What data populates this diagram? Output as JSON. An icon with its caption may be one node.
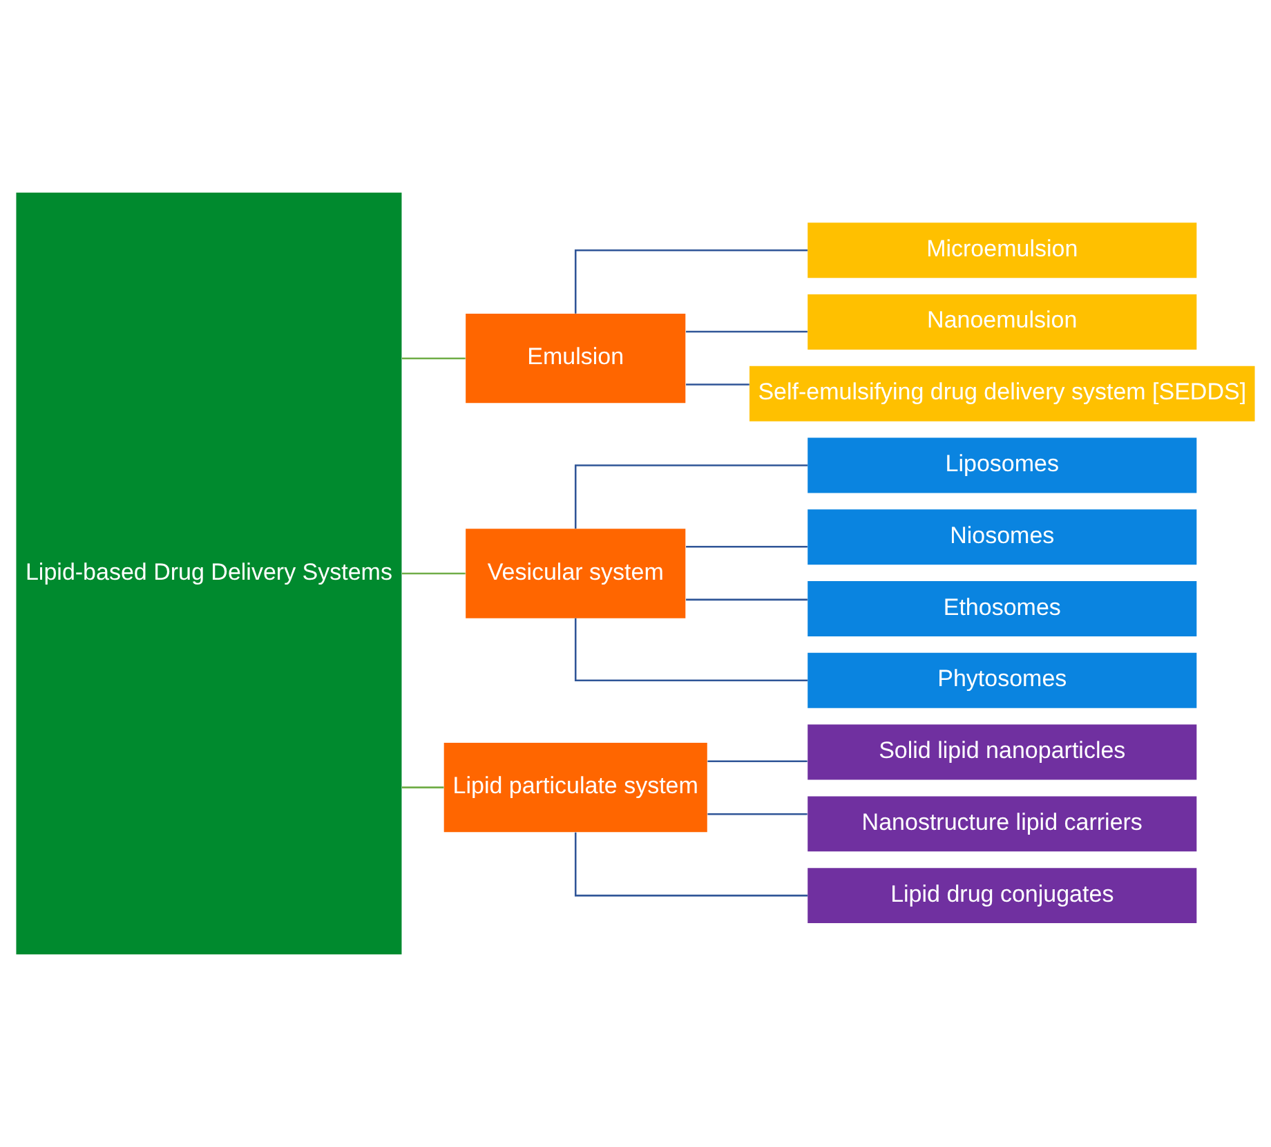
{
  "diagram": {
    "nodes": [
      {
        "text": [
          "Lipid-based Drug Delivery Systems"
        ]
      },
      {
        "text": [
          "Emulsion"
        ]
      },
      {
        "text": [
          "Microemulsion"
        ]
      },
      {
        "text": [
          "Nanoemulsion"
        ]
      },
      {
        "text": [
          "Self-emulsifying drug delivery system [SEDDS]"
        ]
      },
      {
        "text": [
          "Vesicular system"
        ]
      },
      {
        "text": [
          "Liposomes"
        ]
      },
      {
        "text": [
          "Niosomes"
        ]
      },
      {
        "text": [
          "Ethosomes"
        ]
      },
      {
        "text": [
          "Phytosomes"
        ]
      },
      {
        "text": [
          "Lipid particulate system"
        ]
      },
      {
        "text": [
          "Solid lipid nanoparticles"
        ]
      },
      {
        "text": [
          "Nanostructure lipid carriers"
        ]
      },
      {
        "text": [
          "Lipid drug conjugates"
        ]
      }
    ],
    "edges": [
      {
        "from": 0,
        "to": 1,
        "arrow": "none",
        "color": "#70ad47"
      },
      {
        "from": 0,
        "to": 5,
        "arrow": "none",
        "color": "#70ad47"
      },
      {
        "from": 0,
        "to": 10,
        "arrow": "none",
        "color": "#70ad47"
      },
      {
        "from": 1,
        "to": 2,
        "arrow": "none"
      },
      {
        "from": 1,
        "to": 3,
        "arrow": "none"
      },
      {
        "from": 1,
        "to": 4,
        "arrow": "none"
      },
      {
        "from": 5,
        "to": 6,
        "arrow": "none"
      },
      {
        "from": 5,
        "to": 7,
        "arrow": "none"
      },
      {
        "from": 5,
        "to": 8,
        "arrow": "none"
      },
      {
        "from": 5,
        "to": 9,
        "arrow": "none"
      },
      {
        "from": 10,
        "to": 11,
        "arrow": "none"
      },
      {
        "from": 10,
        "to": 12,
        "arrow": "none"
      },
      {
        "from": 10,
        "to": 13,
        "arrow": "none"
      }
    ]
  }
}
